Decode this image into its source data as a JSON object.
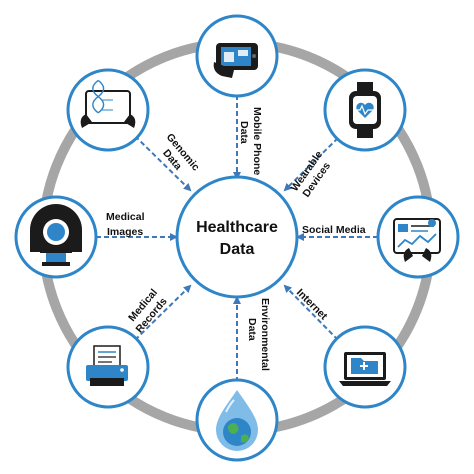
{
  "center": {
    "line1": "Healthcare",
    "line2": "Data"
  },
  "sources": [
    {
      "id": "mobile-phone-data",
      "line1": "Mobile Phone",
      "line2": "Data",
      "icon": "smartphone-icon"
    },
    {
      "id": "wearable-devices",
      "line1": "Wearable",
      "line2": "Devices",
      "icon": "smartwatch-icon"
    },
    {
      "id": "social-media",
      "line1": "Social Media",
      "line2": "",
      "icon": "social-dashboard-icon"
    },
    {
      "id": "internet",
      "line1": "Internet",
      "line2": "",
      "icon": "laptop-medical-folder-icon"
    },
    {
      "id": "environmental-data",
      "line1": "Environmental",
      "line2": "Data",
      "icon": "water-drop-globe-icon"
    },
    {
      "id": "medical-records",
      "line1": "Medical",
      "line2": "Records",
      "icon": "printer-records-icon"
    },
    {
      "id": "medical-images",
      "line1": "Medical",
      "line2": "Images",
      "icon": "mri-scanner-icon"
    },
    {
      "id": "genomic-data",
      "line1": "Genomic",
      "line2": "Data",
      "icon": "dna-tablet-icon"
    }
  ],
  "colors": {
    "ring": "#a6a6a6",
    "node_border": "#2e86c8",
    "arrow": "#3f78b8",
    "icon_dark": "#1b1b1b",
    "icon_blue": "#2e86c8"
  }
}
